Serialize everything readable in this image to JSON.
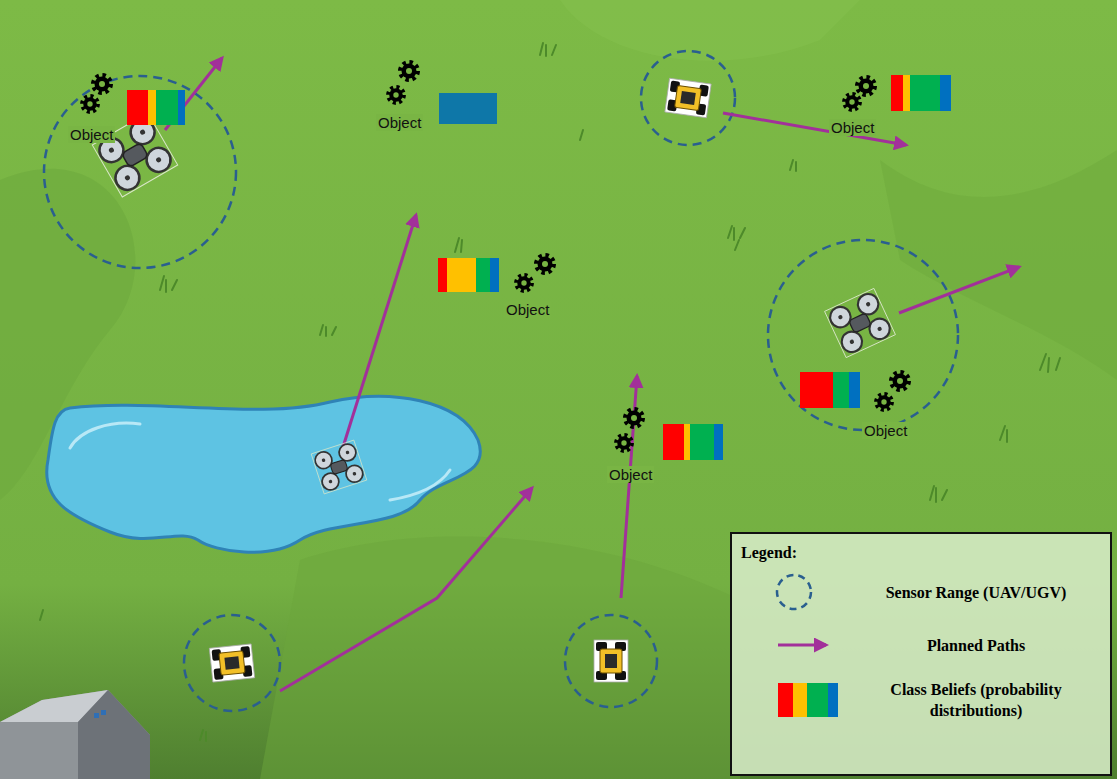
{
  "diagram": {
    "labels": [
      "Object",
      "Object",
      "Object",
      "Object",
      "Object",
      "Object",
      "Legend:"
    ],
    "legend": [
      {
        "text": "Sensor Range (UAV/UGV)"
      },
      {
        "text": "Planned Paths"
      },
      {
        "text": "Class Beliefs (probability distributions)"
      }
    ]
  }
}
